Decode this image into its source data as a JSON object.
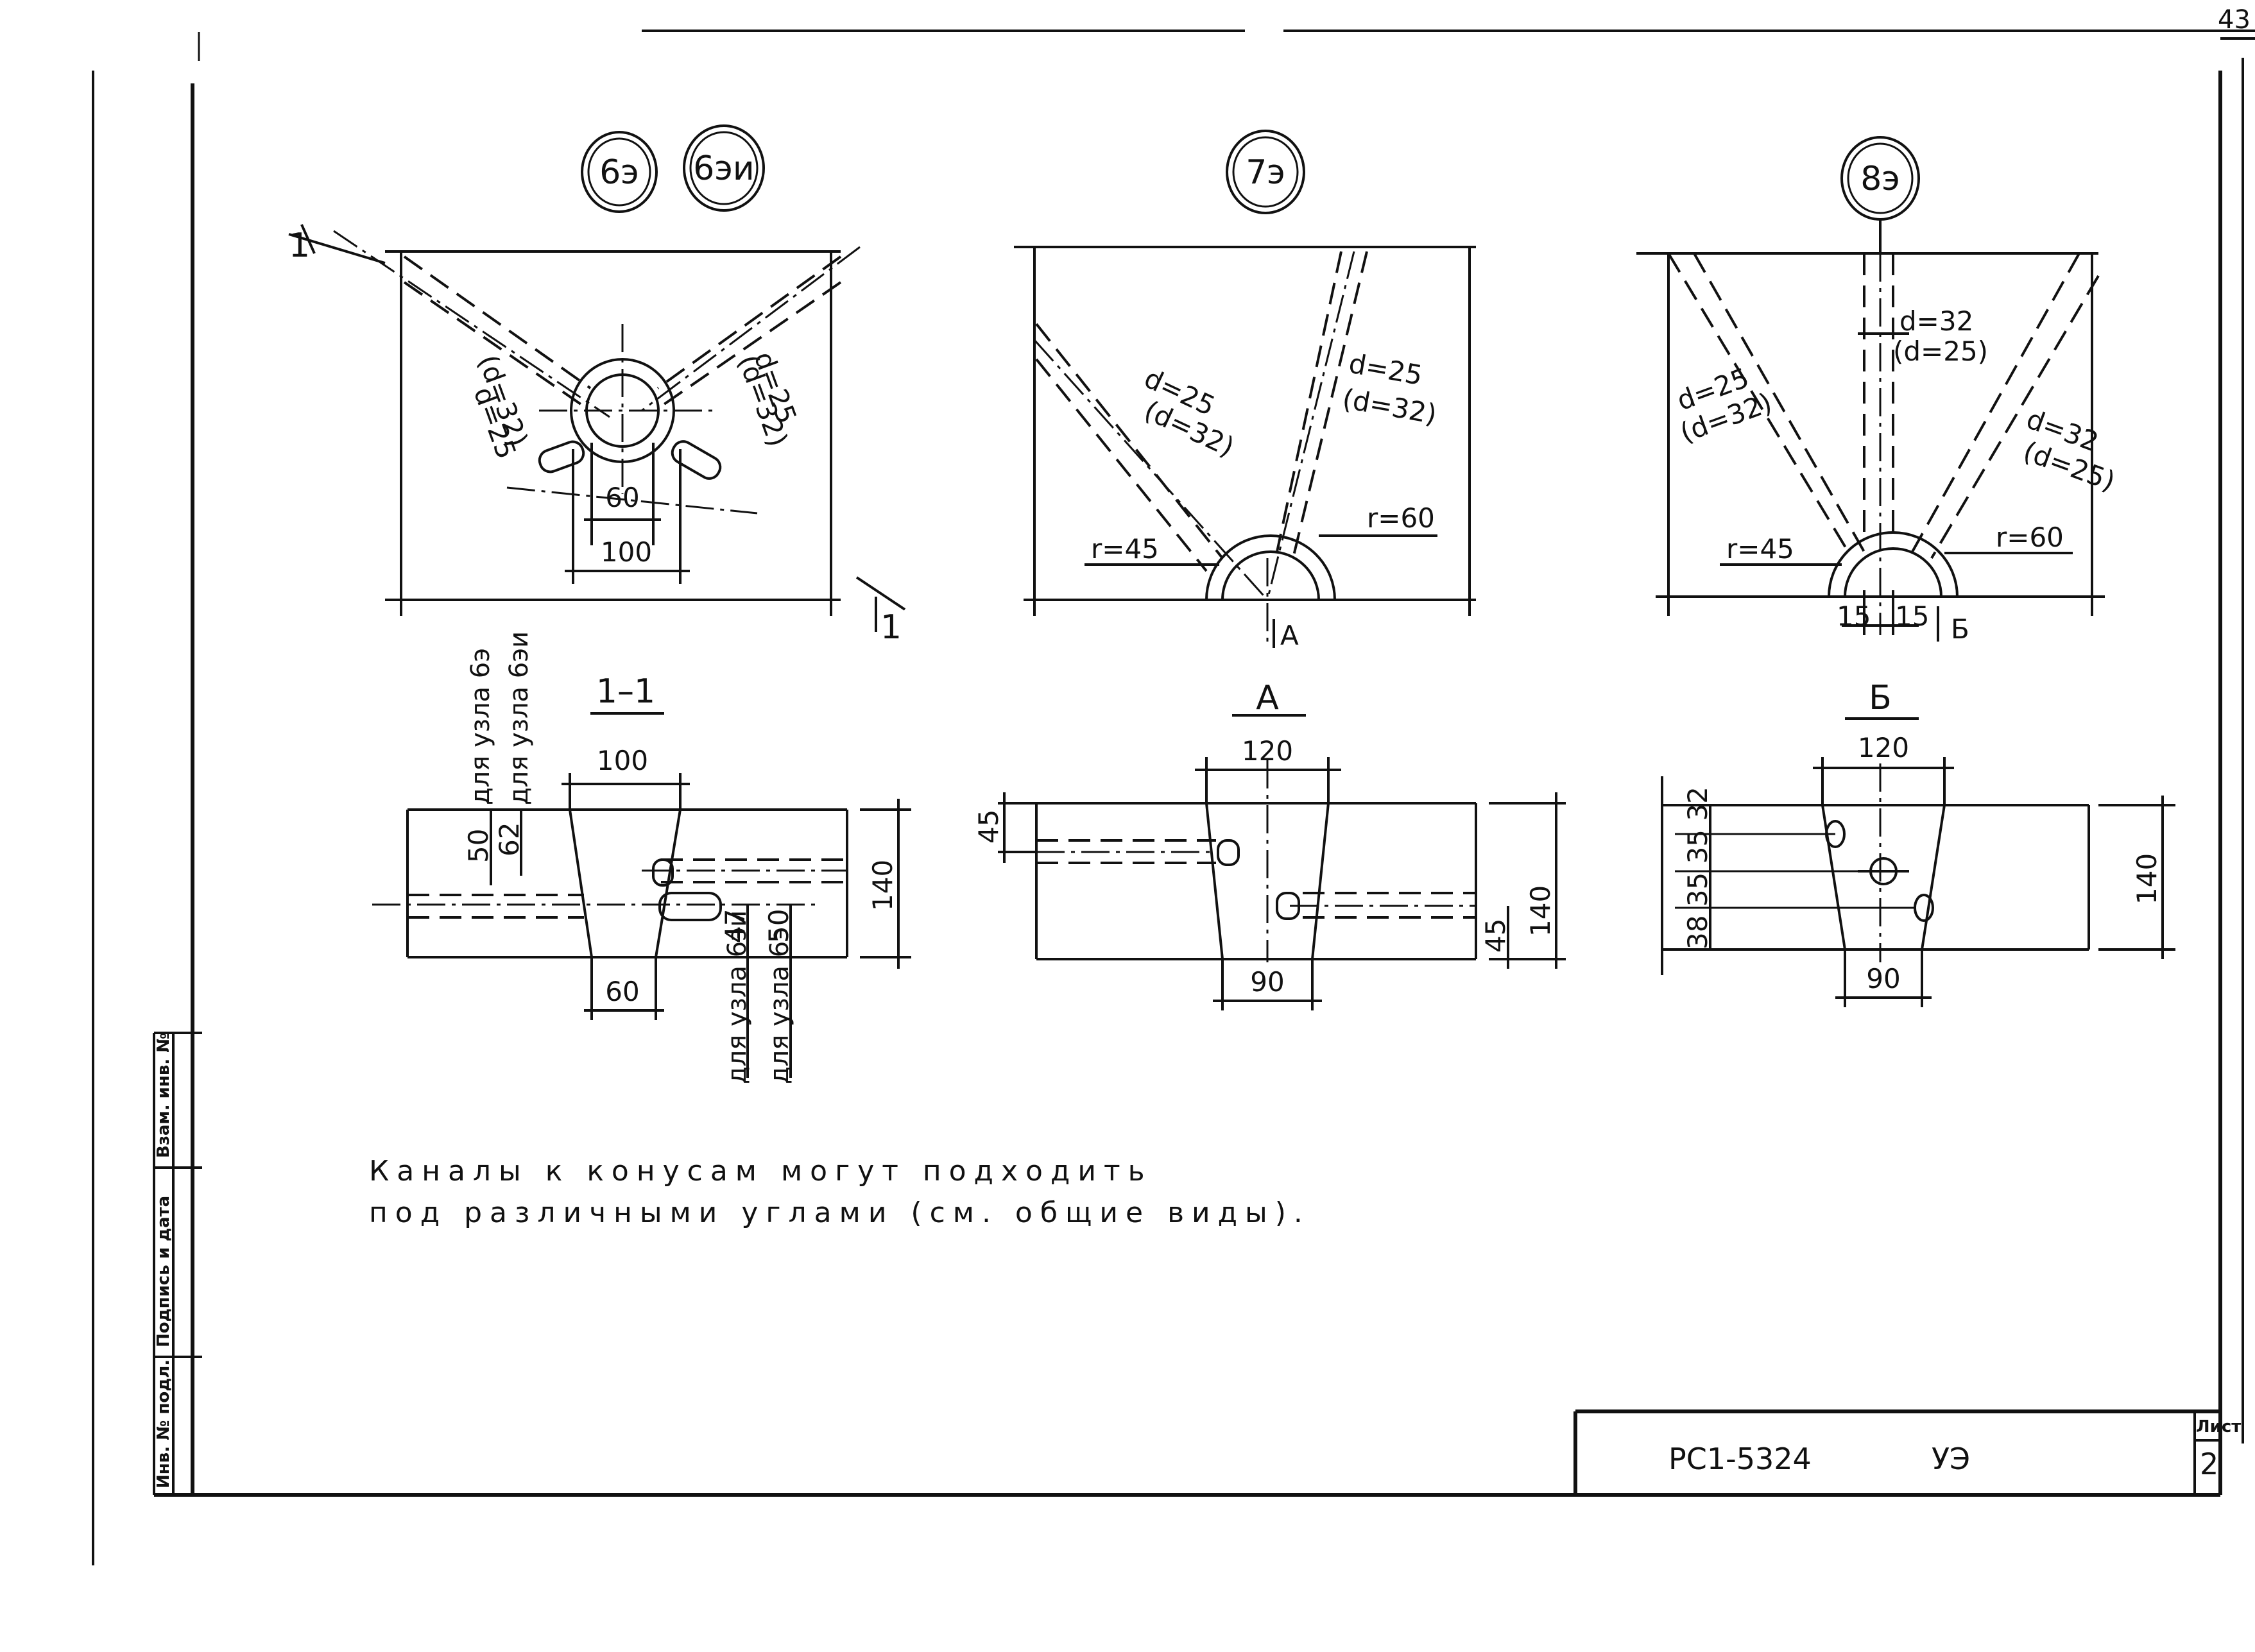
{
  "nodes": {
    "n6e": "6э",
    "n6ei": "6эи",
    "n7e": "7э",
    "n8e": "8э"
  },
  "labels": {
    "d25": "d=25",
    "d32_paren": "(d=32)",
    "d32": "d=32",
    "d25_paren": "(d=25)",
    "r45": "r=45",
    "r60": "r=60",
    "dim_60": "60",
    "dim_100": "100",
    "dim_120": "120",
    "dim_90": "90",
    "dim_140": "140",
    "dim_45": "45",
    "dim_15": "15",
    "dim_50": "50",
    "dim_62": "62",
    "dim_47": "47",
    "dim_38_35_35_32": "38 35 35 32",
    "section_1_1": "1–1",
    "section_1": "1",
    "view_A": "А",
    "view_B": "Б",
    "for_node_6e": "для узла 6э",
    "for_node_6ei": "для узла 6эи"
  },
  "note": {
    "line1": "Каналы к конусам могут подходить",
    "line2": "под различными углами (см. общие виды)."
  },
  "side_stamp": {
    "inv_orig": "Инв. № подл.",
    "sign_date": "Подпись и дата",
    "replaced_inv": "Взам. инв. №"
  },
  "title_block": {
    "doc_code": "РС1-5324",
    "item": "УЭ",
    "sheet_label": "Лист",
    "sheet_number": "2"
  },
  "corner_number": "43"
}
